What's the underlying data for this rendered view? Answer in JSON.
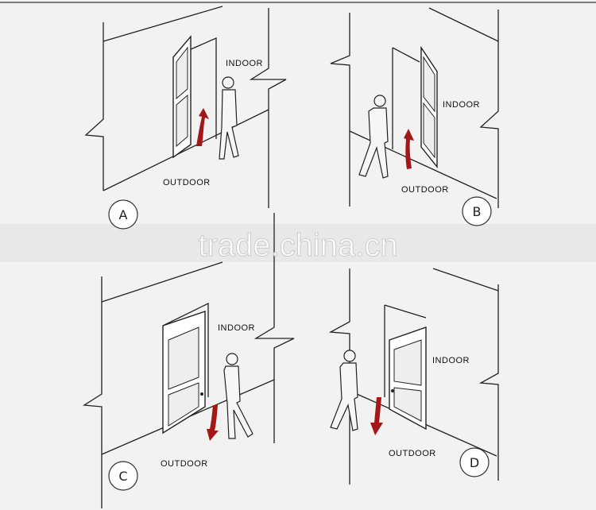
{
  "watermark": "trade.china.cn",
  "panels": [
    {
      "letter": "A",
      "indoor": "INDOOR",
      "outdoor": "OUTDOOR"
    },
    {
      "letter": "B",
      "indoor": "INDOOR",
      "outdoor": "OUTDOOR"
    },
    {
      "letter": "C",
      "indoor": "INDOOR",
      "outdoor": "OUTDOOR"
    },
    {
      "letter": "D",
      "indoor": "INDOOR",
      "outdoor": "OUTDOOR"
    }
  ],
  "colors": {
    "arrow": "#a31717",
    "line": "#222222",
    "background": "#f2f2f2"
  }
}
